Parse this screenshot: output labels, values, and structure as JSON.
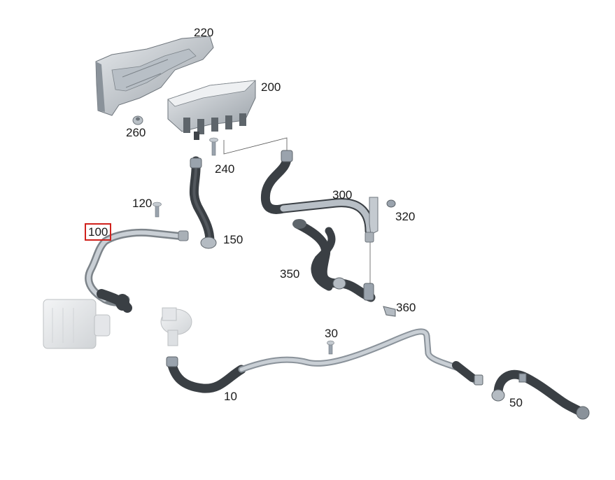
{
  "diagram": {
    "highlight_color": "#d0211c",
    "selected_part": "100",
    "parts": [
      {
        "id": "p220",
        "number": "220",
        "description_icon": "bracket"
      },
      {
        "id": "p200",
        "number": "200",
        "description_icon": "control-unit"
      },
      {
        "id": "p260",
        "number": "260",
        "description_icon": "nut"
      },
      {
        "id": "p240",
        "number": "240",
        "description_icon": "bolt"
      },
      {
        "id": "p300",
        "number": "300",
        "description_icon": "hose"
      },
      {
        "id": "p320",
        "number": "320",
        "description_icon": "nut"
      },
      {
        "id": "p120",
        "number": "120",
        "description_icon": "bolt"
      },
      {
        "id": "p100",
        "number": "100",
        "description_icon": "hose"
      },
      {
        "id": "p150",
        "number": "150",
        "description_icon": "hose"
      },
      {
        "id": "p350",
        "number": "350",
        "description_icon": "hose"
      },
      {
        "id": "p360",
        "number": "360",
        "description_icon": "clip"
      },
      {
        "id": "p30",
        "number": "30",
        "description_icon": "bolt"
      },
      {
        "id": "p10",
        "number": "10",
        "description_icon": "hose"
      },
      {
        "id": "p50",
        "number": "50",
        "description_icon": "hose"
      }
    ]
  }
}
